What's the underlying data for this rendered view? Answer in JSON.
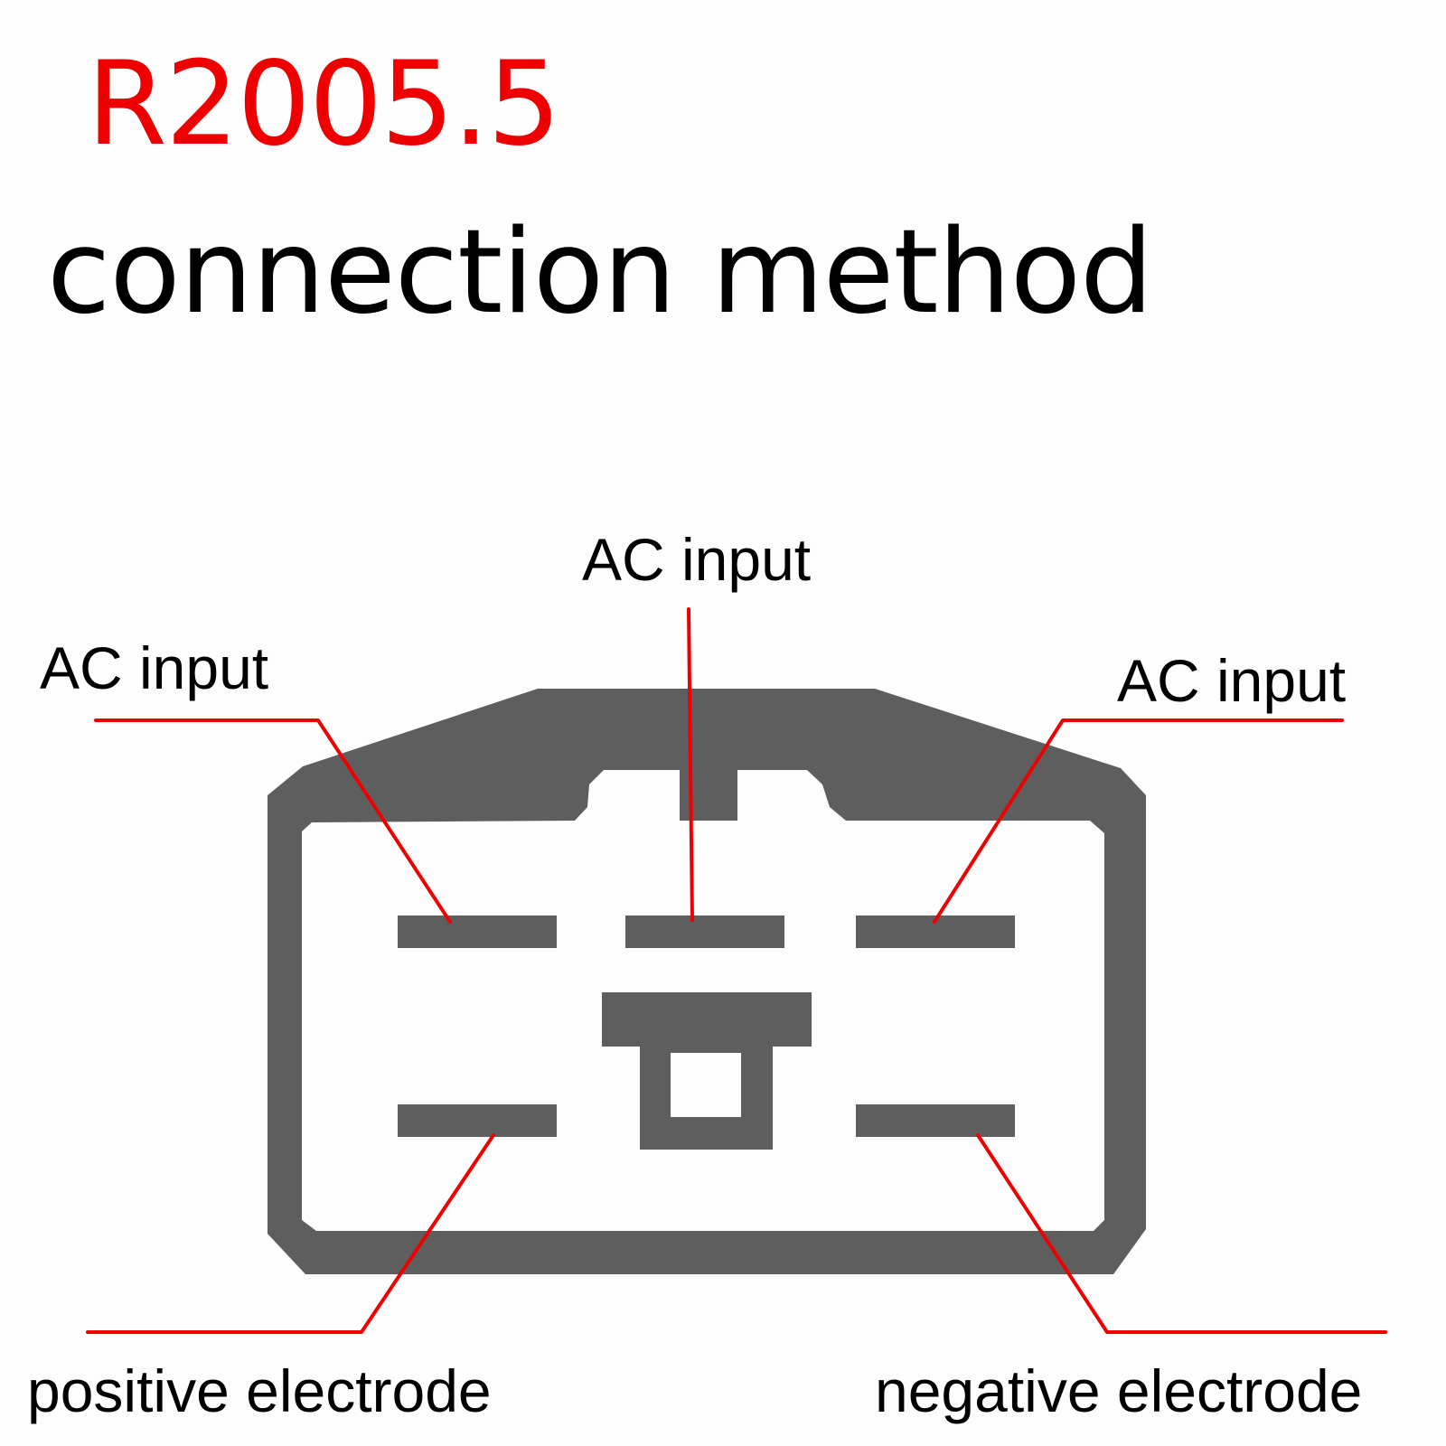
{
  "title": {
    "model": "R2005.5",
    "subtitle": "connection method"
  },
  "labels": {
    "ac_top": "AC input",
    "ac_left": "AC input",
    "ac_right": "AC input",
    "positive": "positive electrode",
    "negative": "negative electrode"
  },
  "colors": {
    "accent": "#ee0000",
    "connector": "#5e5e5e",
    "text": "#000000",
    "background": "#ffffff"
  }
}
